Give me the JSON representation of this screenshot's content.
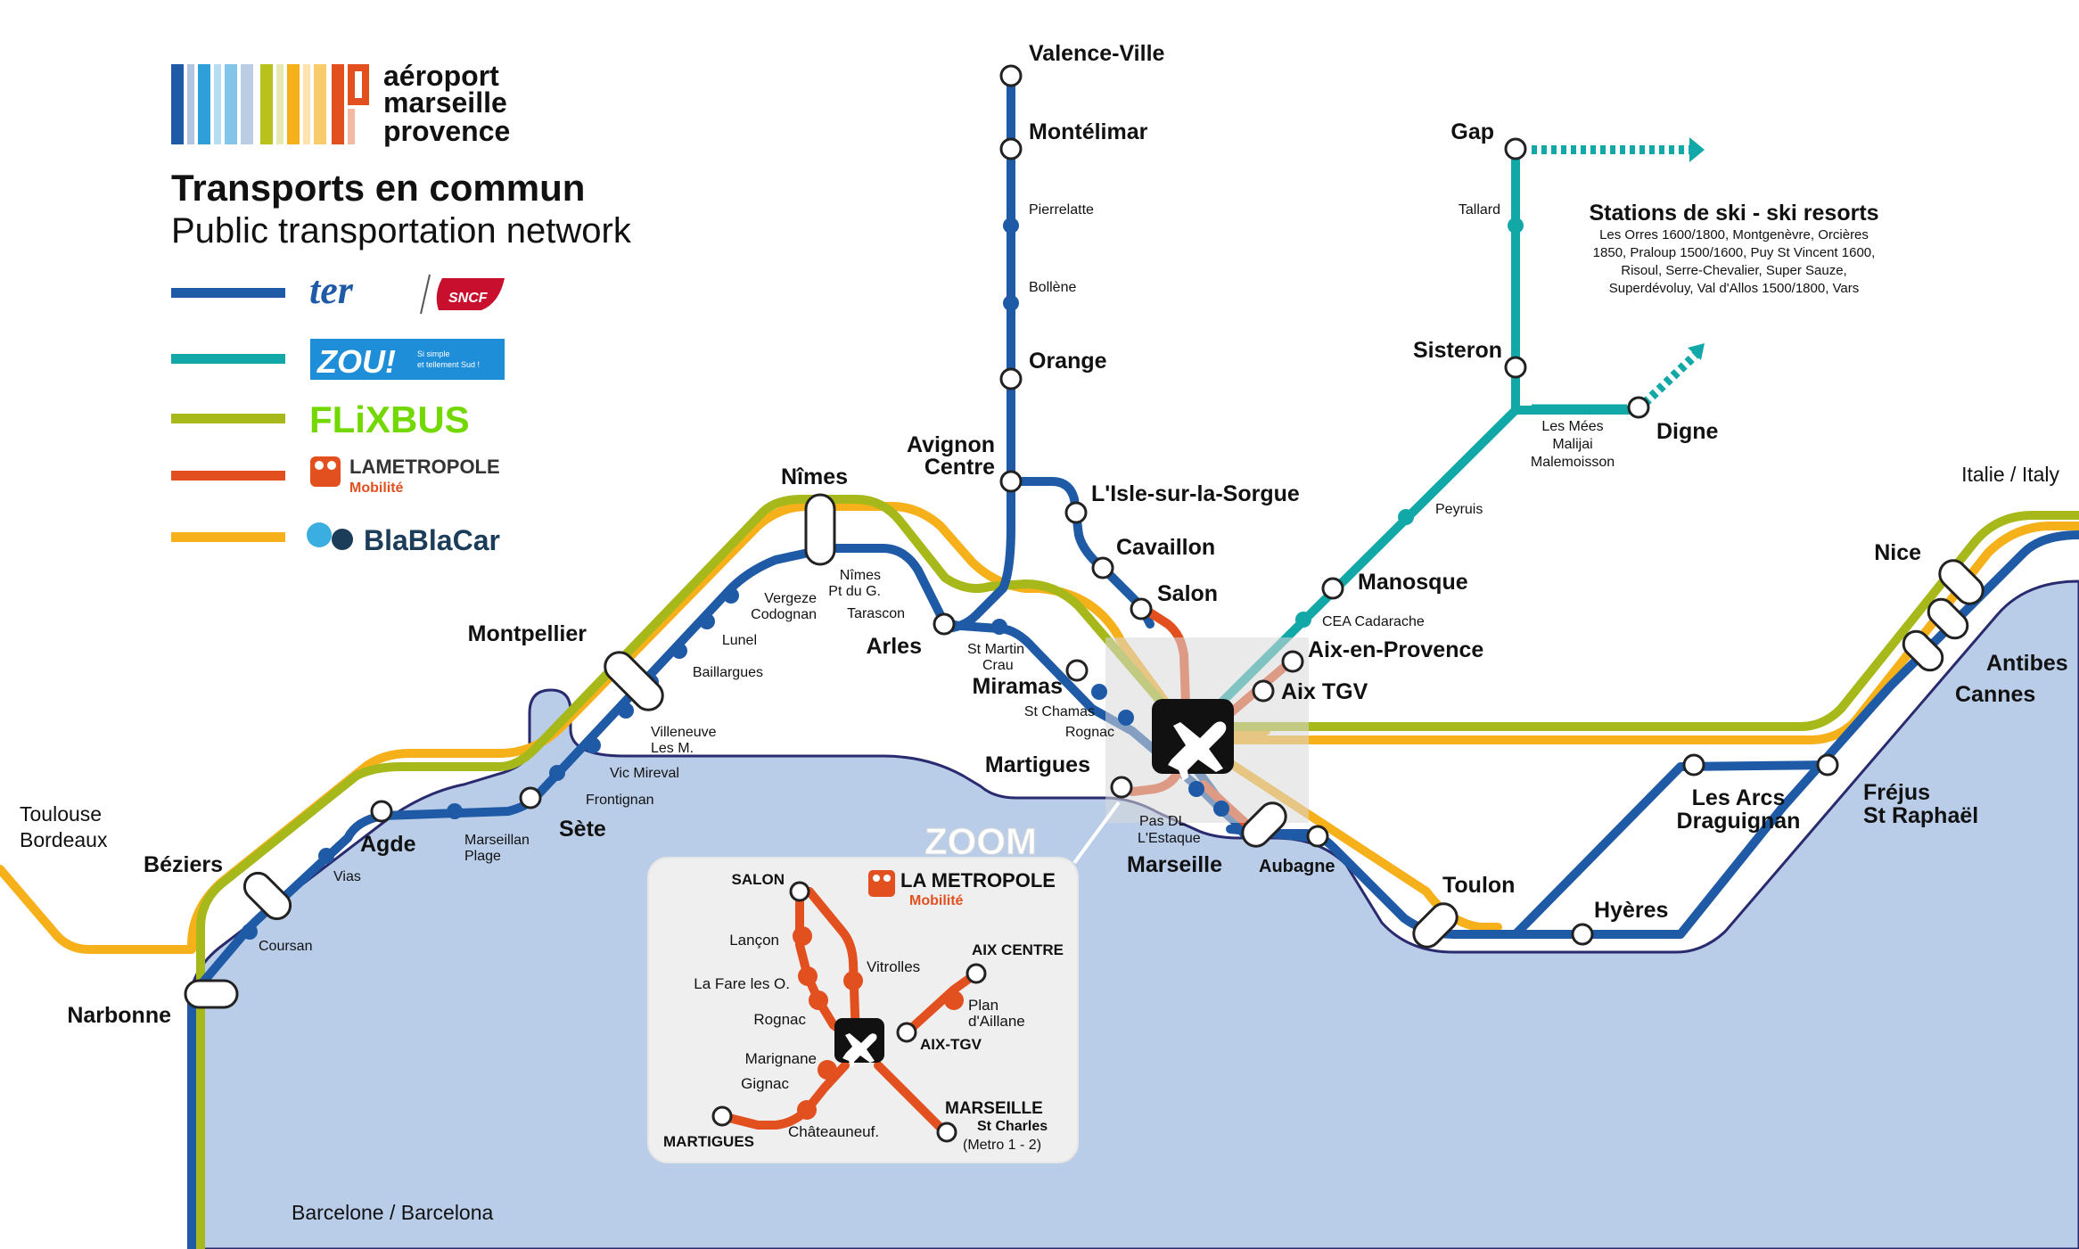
{
  "brand": {
    "logo_text": [
      "aéroport",
      "marseille",
      "provence"
    ],
    "logo_colors": [
      "#1f5aa6",
      "#2e9fd8",
      "#b7c21c",
      "#f5b01a",
      "#e2501f"
    ]
  },
  "header": {
    "title": "Transports en commun",
    "subtitle": "Public transportation network"
  },
  "legend": [
    {
      "label": "ter",
      "secondary": "SNCF",
      "color": "#1f5aa6",
      "icon": "ter-sncf-logo"
    },
    {
      "label": "ZOU!",
      "secondary": "Si simple et tellement Sud !",
      "color": "#13a8a8",
      "icon": "zou-logo"
    },
    {
      "label": "FLiXBUS",
      "color": "#a7b91a",
      "icon": "flixbus-logo"
    },
    {
      "label": "LA METROPOLE",
      "secondary": "Mobilité",
      "color": "#e2501f",
      "icon": "metropole-logo"
    },
    {
      "label": "BlaBlaCar",
      "color": "#f5b01a",
      "icon": "blablacar-logo"
    }
  ],
  "colors": {
    "ter": "#1f5aa6",
    "zou": "#13a8a8",
    "flixbus": "#a7b91a",
    "metropole": "#e2501f",
    "blablacar": "#f5b01a",
    "sea": "#b9cde9",
    "coast": "#2a2b6e"
  },
  "stations": {
    "valence": "Valence-Ville",
    "montelimar": "Montélimar",
    "pierrelatte": "Pierrelatte",
    "bollene": "Bollène",
    "orange": "Orange",
    "avignon": [
      "Avignon",
      "Centre"
    ],
    "lisle": "L'Isle-sur-la-Sorgue",
    "cavaillon": "Cavaillon",
    "salon": "Salon",
    "nimes": "Nîmes",
    "nimes_pt": [
      "Nîmes",
      "Pt du G."
    ],
    "tarascon": "Tarascon",
    "arles": "Arles",
    "st_martin": [
      "St Martin",
      "Crau"
    ],
    "miramas": "Miramas",
    "st_chamas": "St Chamas",
    "rognac": "Rognac",
    "martigues": "Martigues",
    "pas_dl": [
      "Pas DL",
      "L'Estaque"
    ],
    "marseille": "Marseille",
    "aubagne": "Aubagne",
    "aix_prov": "Aix-en-Provence",
    "aix_tgv": "Aix TGV",
    "manosque": "Manosque",
    "cea": "CEA Cadarache",
    "peyruis": "Peyruis",
    "sisteron": "Sisteron",
    "tallard": "Tallard",
    "gap": "Gap",
    "digne": "Digne",
    "les_mees": [
      "Les Mées",
      "Malijai",
      "Malemoisson"
    ],
    "montpellier": "Montpellier",
    "vergeze": [
      "Vergeze",
      "Codognan"
    ],
    "lunel": "Lunel",
    "baillargues": "Baillargues",
    "villeneuve": [
      "Villeneuve",
      "Les M."
    ],
    "vic": "Vic Mireval",
    "frontignan": "Frontignan",
    "sete": "Sète",
    "marseillan": [
      "Marseillan",
      "Plage"
    ],
    "agde": "Agde",
    "vias": "Vias",
    "beziers": "Béziers",
    "coursan": "Coursan",
    "narbonne": "Narbonne",
    "toulouse": [
      "Toulouse",
      "Bordeaux"
    ],
    "barcelone": "Barcelone / Barcelona",
    "toulon": "Toulon",
    "hyeres": "Hyères",
    "les_arcs": [
      "Les Arcs",
      "Draguignan"
    ],
    "frejus": [
      "Fréjus",
      "St Raphaël"
    ],
    "cannes": "Cannes",
    "antibes": "Antibes",
    "nice": "Nice",
    "italie": "Italie / Italy"
  },
  "ski": {
    "title": "Stations de ski - ski resorts",
    "lines": [
      "Les Orres 1600/1800, Montgenèvre, Orcières",
      "1850, Praloup 1500/1600, Puy St Vincent 1600,",
      "Risoul, Serre-Chevalier, Super Sauze,",
      "Superdévoluy, Val d'Allos 1500/1800, Vars"
    ]
  },
  "zoom": {
    "label": "ZOOM",
    "brand": "LA METROPOLE",
    "brand_sub": "Mobilité",
    "salon": "SALON",
    "lancon": "Lançon",
    "lafare": "La Fare les O.",
    "rognac": "Rognac",
    "vitrolles": "Vitrolles",
    "aix_centre": "AIX CENTRE",
    "plan": [
      "Plan",
      "d'Aillane"
    ],
    "aix_tgv": "AIX-TGV",
    "marignane": "Marignane",
    "gignac": "Gignac",
    "martigues": "MARTIGUES",
    "chateauneuf": "Châteauneuf.",
    "marseille": "MARSEILLE",
    "st_charles": "St Charles",
    "metro": "(Metro 1 - 2)"
  }
}
